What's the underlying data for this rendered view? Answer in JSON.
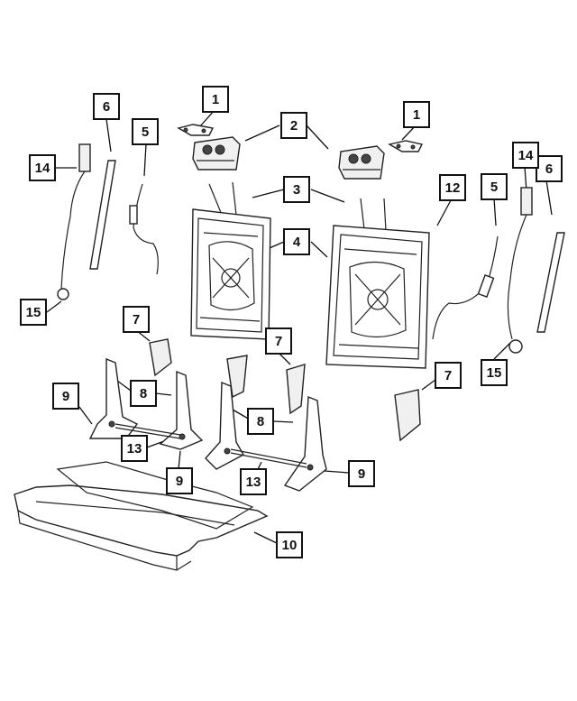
{
  "diagram": {
    "callouts": [
      {
        "id": "c1a",
        "label": "1"
      },
      {
        "id": "c1b",
        "label": "1"
      },
      {
        "id": "c2",
        "label": "2"
      },
      {
        "id": "c3",
        "label": "3"
      },
      {
        "id": "c4",
        "label": "4"
      },
      {
        "id": "c5a",
        "label": "5"
      },
      {
        "id": "c5b",
        "label": "5"
      },
      {
        "id": "c6a",
        "label": "6"
      },
      {
        "id": "c6b",
        "label": "6"
      },
      {
        "id": "c7a",
        "label": "7"
      },
      {
        "id": "c7b",
        "label": "7"
      },
      {
        "id": "c7c",
        "label": "7"
      },
      {
        "id": "c8a",
        "label": "8"
      },
      {
        "id": "c8b",
        "label": "8"
      },
      {
        "id": "c9a",
        "label": "9"
      },
      {
        "id": "c9b",
        "label": "9"
      },
      {
        "id": "c9c",
        "label": "9"
      },
      {
        "id": "c10",
        "label": "10"
      },
      {
        "id": "c12",
        "label": "12"
      },
      {
        "id": "c13a",
        "label": "13"
      },
      {
        "id": "c13b",
        "label": "13"
      },
      {
        "id": "c14a",
        "label": "14"
      },
      {
        "id": "c14b",
        "label": "14"
      },
      {
        "id": "c15a",
        "label": "15"
      },
      {
        "id": "c15b",
        "label": "15"
      }
    ]
  }
}
